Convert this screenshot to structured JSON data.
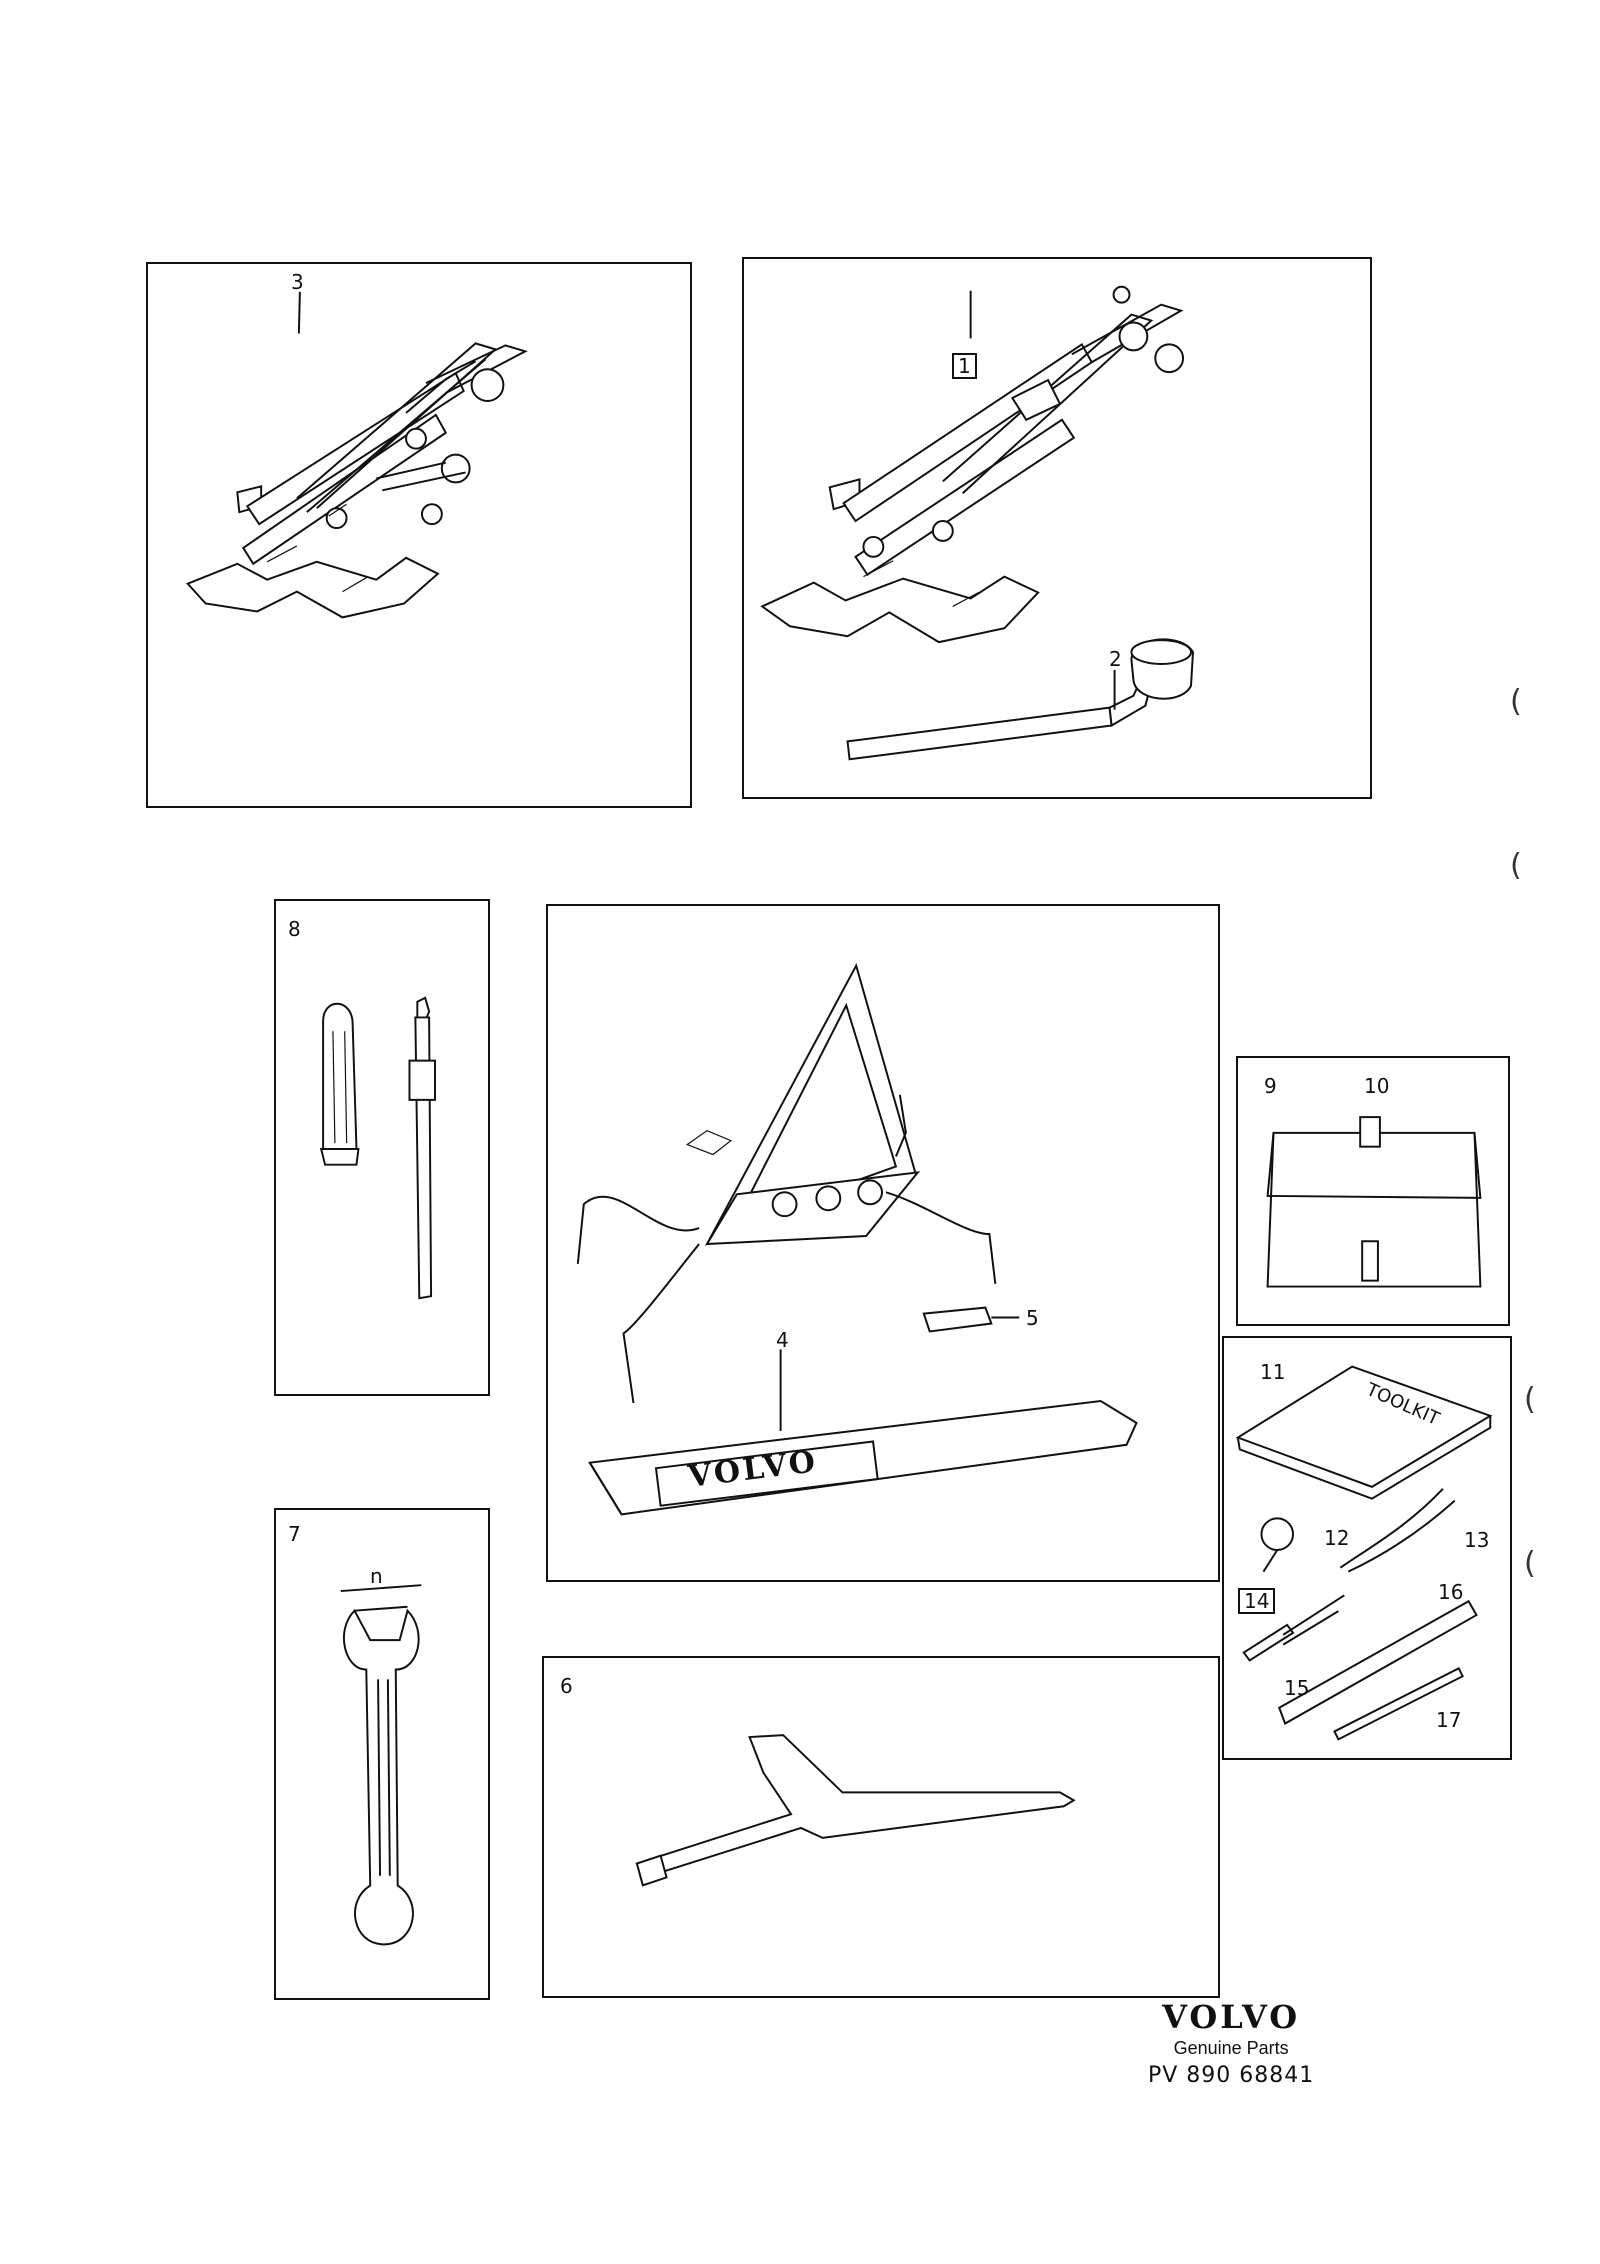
{
  "panels": {
    "jack_a": {
      "label_3": "3"
    },
    "jack_b": {
      "label_1": "1",
      "label_2": "2"
    },
    "screwdriver": {
      "label_8": "8"
    },
    "triangle": {
      "label_4": "4",
      "label_5": "5",
      "case_text": "VOLVO"
    },
    "bag": {
      "label_9": "9",
      "label_10": "10"
    },
    "toolkit": {
      "label_11": "11",
      "case_text": "TOOLKIT",
      "label_12": "12",
      "label_13": "13",
      "label_14": "14",
      "label_15": "15",
      "label_16": "16",
      "label_17": "17"
    },
    "wrench": {
      "label_7": "7",
      "label_n": "n"
    },
    "tool6": {
      "label_6": "6"
    }
  },
  "footer": {
    "brand": "VOLVO",
    "subtitle": "Genuine Parts",
    "part_number": "PV 890 68841"
  },
  "margin_marks": [
    "(",
    "(",
    "(",
    "("
  ]
}
